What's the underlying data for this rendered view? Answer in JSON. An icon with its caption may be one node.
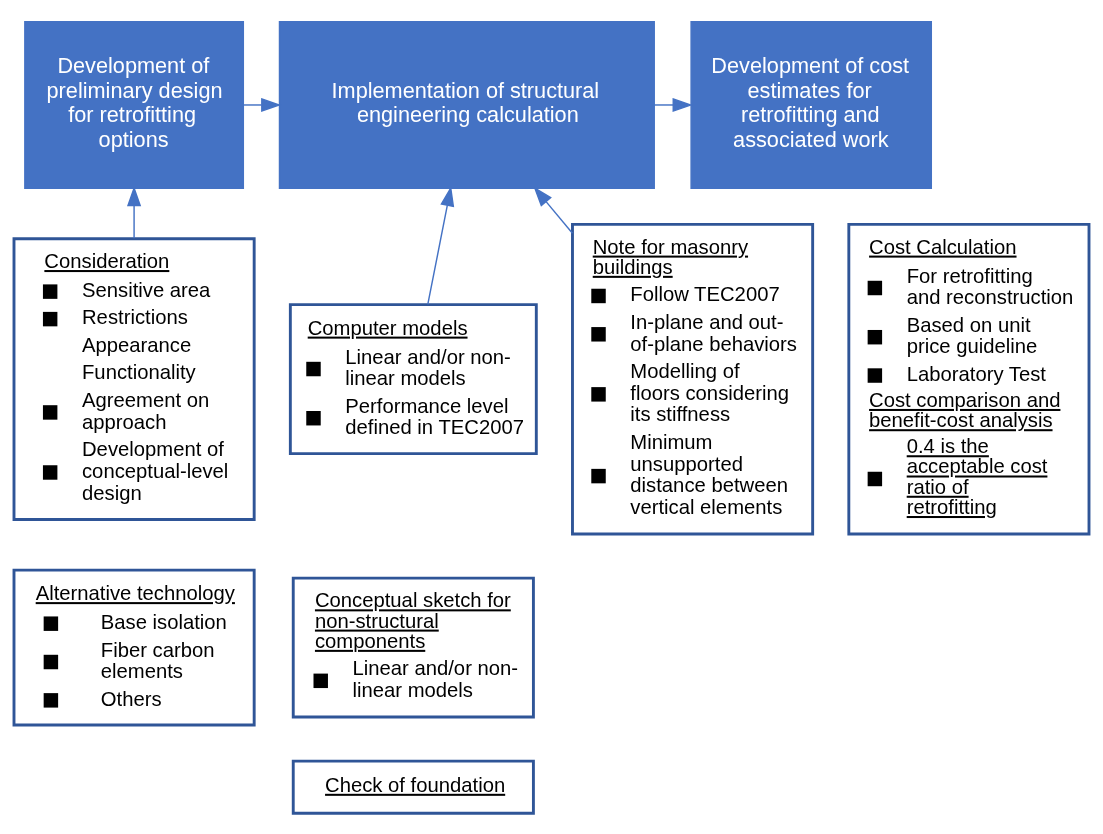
{
  "diagram": {
    "nodes": [
      {
        "text": [
          "Development of preliminary design for retrofitting options"
        ]
      },
      {
        "text": [
          "Implementation of structural engineering calculation"
        ]
      },
      {
        "text": [
          "Development of cost estimates for retrofitting and associated work"
        ]
      },
      {
        "text": [
          "Consideration",
          "Sensitive area",
          "Restrictions",
          "Appearance",
          "Functionality",
          "Agreement on approach",
          "Development of conceptual-level design"
        ]
      },
      {
        "text": [
          "Alternative technology",
          "Base isolation",
          "Fiber carbon elements",
          "Others"
        ]
      },
      {
        "text": [
          "Computer models",
          "Linear and/or non-linear models",
          "Performance level defined in TEC2007"
        ]
      },
      {
        "text": [
          "Conceptual sketch for non-structural components",
          "Linear and/or non-linear models"
        ]
      },
      {
        "text": [
          "Check of foundation"
        ]
      },
      {
        "text": [
          "Note for masonry buildings",
          "Follow TEC2007",
          "In-plane and out-of-plane behaviors",
          "Modelling of floors considering its stiffness",
          "Minimum unsupported distance between vertical elements"
        ]
      },
      {
        "text": [
          "Cost Calculation",
          "For retrofitting and reconstruction",
          "Based on unit price guideline",
          "Laboratory Test",
          "Cost comparison and benefit-cost analysis",
          "0.4 is the acceptable cost ratio of retrofitting"
        ]
      }
    ],
    "edges": [
      {
        "from": 0,
        "to": 1,
        "arrow": "to"
      },
      {
        "from": 1,
        "to": 2,
        "arrow": "to"
      },
      {
        "from": 3,
        "to": 0,
        "arrow": "to"
      },
      {
        "from": 5,
        "to": 1,
        "arrow": "to"
      },
      {
        "from": 8,
        "to": 1,
        "arrow": "to"
      }
    ]
  }
}
